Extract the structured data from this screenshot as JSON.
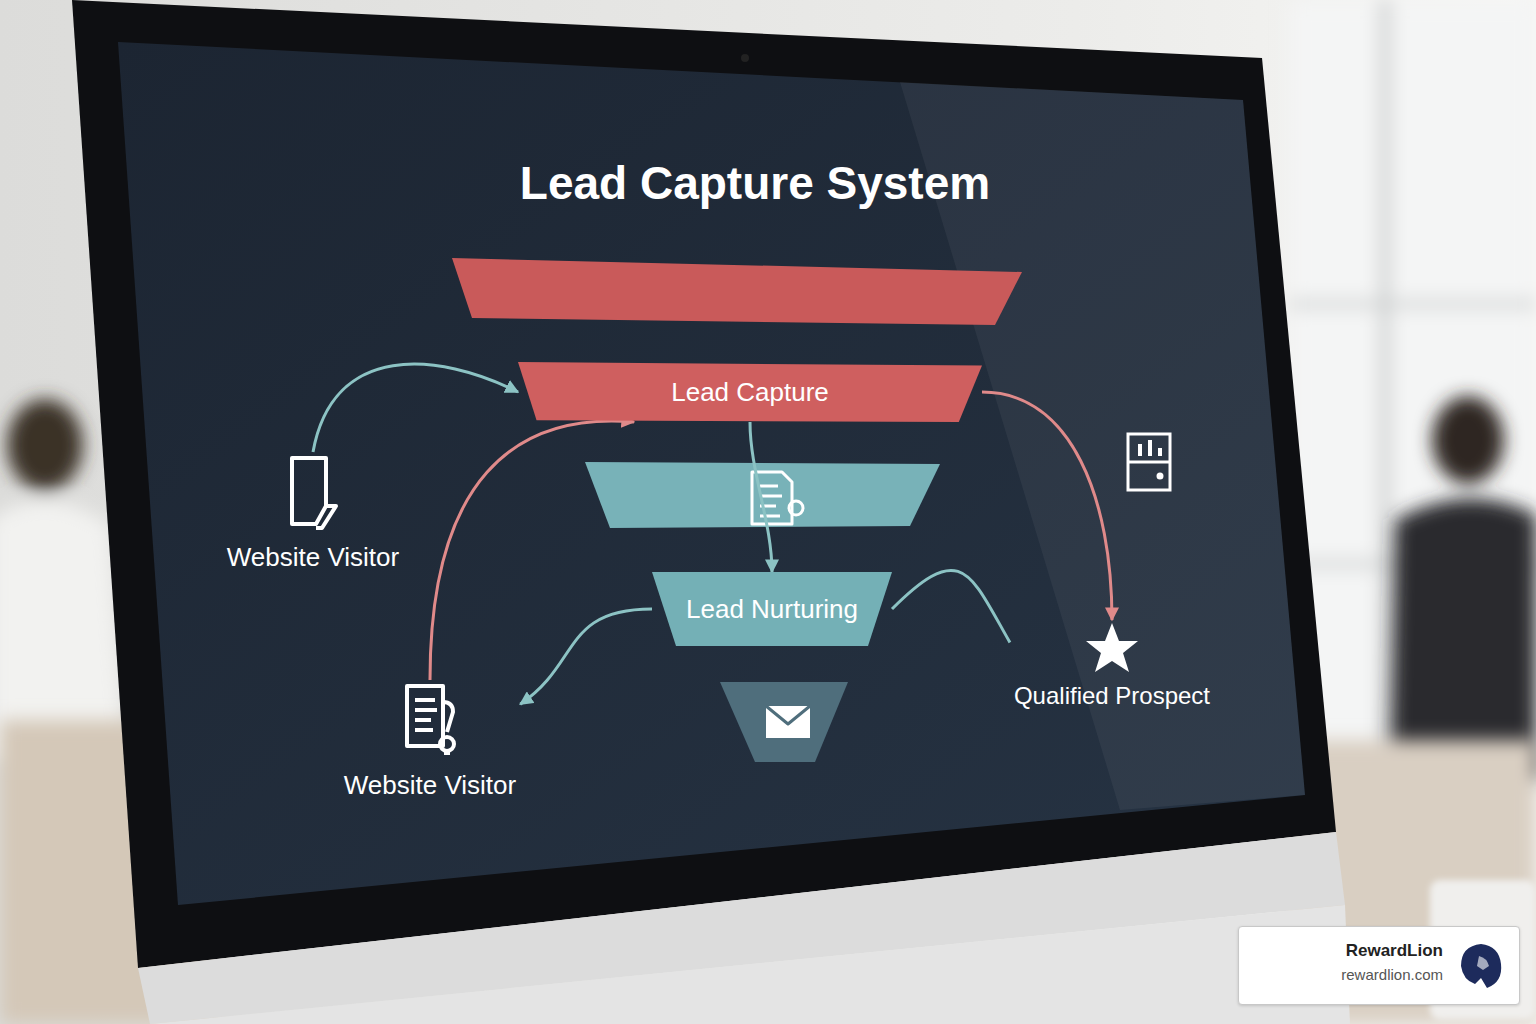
{
  "diagram": {
    "title": "Lead Capture System",
    "nodes": [
      {
        "text": [
          "Website Visitor"
        ]
      },
      {
        "text": [
          "Lead Capture"
        ]
      },
      {
        "text": [
          "Lead Nurturing"
        ]
      },
      {
        "text": [
          "Website Visitor"
        ]
      },
      {
        "text": [
          "Qualified Prospect"
        ]
      },
      {
        "text": [
          "RewardLion",
          "rewardlion.com"
        ]
      }
    ],
    "edges": [
      {
        "from": 0,
        "to": 1,
        "arrow": "to"
      },
      {
        "from": 3,
        "to": 1,
        "arrow": "to"
      },
      {
        "from": 1,
        "to": 2,
        "arrow": "to"
      },
      {
        "from": 1,
        "to": 4,
        "arrow": "to"
      },
      {
        "from": 2,
        "to": 3,
        "arrow": "to"
      },
      {
        "from": 2,
        "to": 4,
        "arrow": "none"
      }
    ]
  }
}
